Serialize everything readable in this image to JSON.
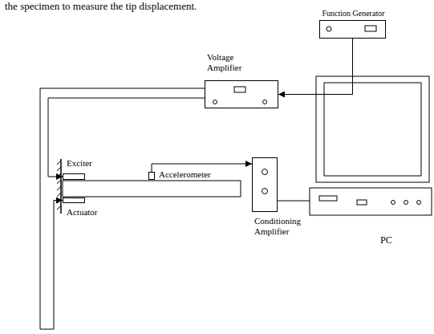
{
  "diagram": {
    "nodes": [
      {
        "text": [
          "Function Generator"
        ]
      },
      {
        "text": [
          "Voltage Amplifier"
        ]
      },
      {
        "text": [
          "Exciter"
        ]
      },
      {
        "text": [
          "Actuator"
        ]
      },
      {
        "text": [
          "Accelerometer"
        ]
      },
      {
        "text": [
          "Conditioning Amplifier"
        ]
      },
      {
        "text": [
          "PC"
        ]
      }
    ],
    "edges": [
      {
        "from": 0,
        "to": 1,
        "arrow": "to"
      },
      {
        "from": 1,
        "to": 2,
        "arrow": "to"
      },
      {
        "from": 1,
        "to": 3,
        "arrow": "to"
      },
      {
        "from": 4,
        "to": 5,
        "arrow": "to"
      },
      {
        "from": 5,
        "to": 6,
        "arrow": "none"
      }
    ],
    "labels": [
      "the specimen to measure the tip displacement."
    ]
  }
}
